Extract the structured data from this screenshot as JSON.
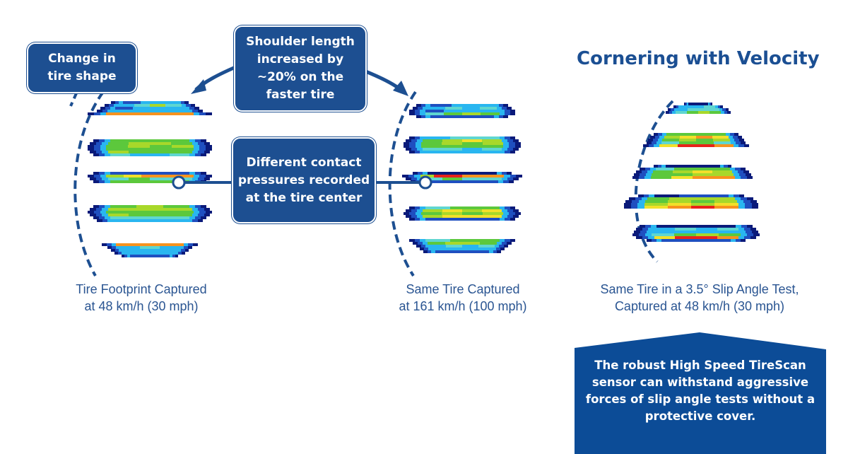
{
  "callouts": {
    "tire_shape": "Change in tire shape",
    "shoulder": "Shoulder length increased by ~20% on the faster tire",
    "pressures": "Different contact pressures recorded at the tire center"
  },
  "title": "Cornering with Velocity",
  "captions": {
    "tire1": [
      "Tire Footprint Captured",
      "at 48 km/h (30 mph)"
    ],
    "tire2": [
      "Same Tire Captured",
      "at 161 km/h (100 mph)"
    ],
    "tire3": [
      "Same Tire in a 3.5° Slip Angle Test,",
      "Captured at 48 km/h (30 mph)"
    ]
  },
  "info_panel": {
    "text": "The robust High Speed TireScan sensor can withstand aggressive forces of slip angle tests without a protective cover."
  },
  "colors": {
    "brand_blue": "#1d4f91",
    "heat_scale": [
      "#0a1a7a",
      "#1f4fc0",
      "#29b6f0",
      "#5fd6d0",
      "#5cc83c",
      "#a8d82a",
      "#f2e02a",
      "#f7931e",
      "#e8231a"
    ]
  }
}
